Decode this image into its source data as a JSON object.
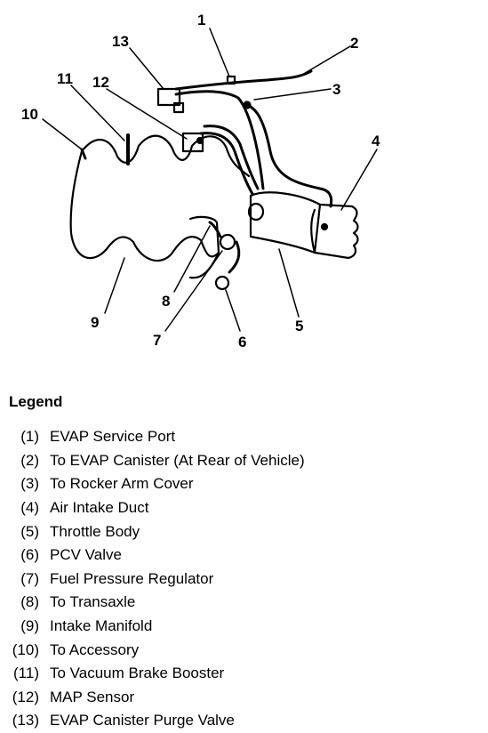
{
  "diagram": {
    "callouts": [
      "1",
      "2",
      "3",
      "4",
      "5",
      "6",
      "7",
      "8",
      "9",
      "10",
      "11",
      "12",
      "13"
    ]
  },
  "legend": {
    "title": "Legend",
    "items": [
      {
        "num": "(1)",
        "text": "EVAP Service Port"
      },
      {
        "num": "(2)",
        "text": "To EVAP Canister (At Rear of Vehicle)"
      },
      {
        "num": "(3)",
        "text": "To Rocker Arm Cover"
      },
      {
        "num": "(4)",
        "text": "Air Intake Duct"
      },
      {
        "num": "(5)",
        "text": "Throttle Body"
      },
      {
        "num": "(6)",
        "text": "PCV Valve"
      },
      {
        "num": "(7)",
        "text": "Fuel Pressure Regulator"
      },
      {
        "num": "(8)",
        "text": "To Transaxle"
      },
      {
        "num": "(9)",
        "text": "Intake Manifold"
      },
      {
        "num": "(10)",
        "text": "To Accessory"
      },
      {
        "num": "(11)",
        "text": "To Vacuum Brake Booster"
      },
      {
        "num": "(12)",
        "text": "MAP Sensor"
      },
      {
        "num": "(13)",
        "text": "EVAP Canister Purge Valve"
      }
    ]
  }
}
